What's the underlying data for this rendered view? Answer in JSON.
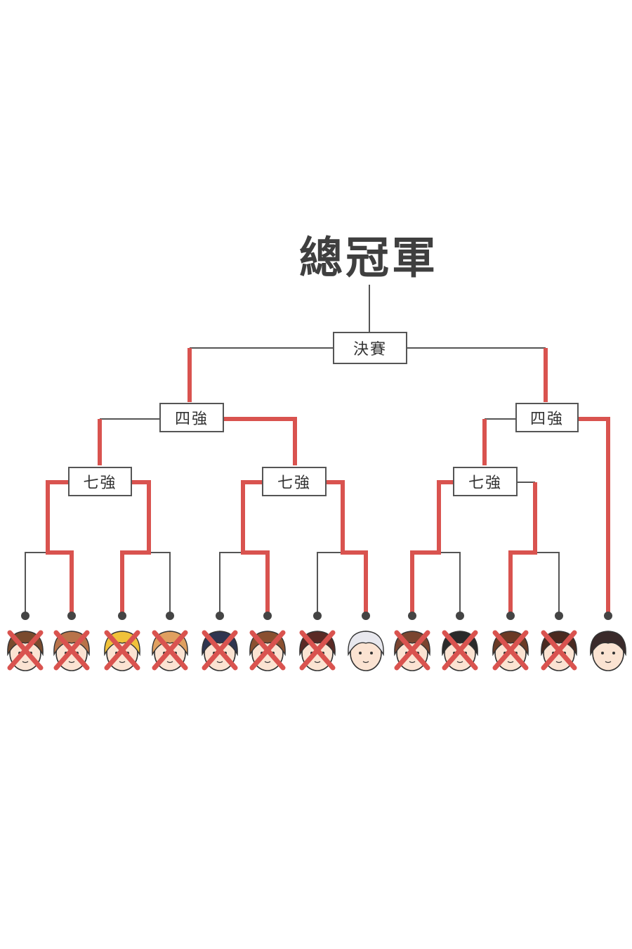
{
  "bracket": {
    "champion_label": "總冠軍",
    "final_label": "決賽",
    "semifinal_label": "四強",
    "quarterfinal_label": "七強"
  },
  "colors": {
    "winner_line": "#d9534f",
    "loser_line": "#555555",
    "eliminated_mark": "#d9534f",
    "text": "#3f3f3f"
  },
  "contestants": [
    {
      "hair": "#7a4b2e",
      "eliminated": true
    },
    {
      "hair": "#b8734a",
      "eliminated": true
    },
    {
      "hair": "#f0c23a",
      "eliminated": true
    },
    {
      "hair": "#e0a060",
      "eliminated": true
    },
    {
      "hair": "#2f3550",
      "eliminated": true
    },
    {
      "hair": "#8a5030",
      "eliminated": true
    },
    {
      "hair": "#5a2a25",
      "eliminated": true
    },
    {
      "hair": "#e8e8ee",
      "eliminated": false
    },
    {
      "hair": "#7a4530",
      "eliminated": true
    },
    {
      "hair": "#2a2a2a",
      "eliminated": true
    },
    {
      "hair": "#6a3a25",
      "eliminated": true
    },
    {
      "hair": "#4a2a20",
      "eliminated": true
    },
    {
      "hair": "#3a2a2a",
      "eliminated": false
    }
  ]
}
